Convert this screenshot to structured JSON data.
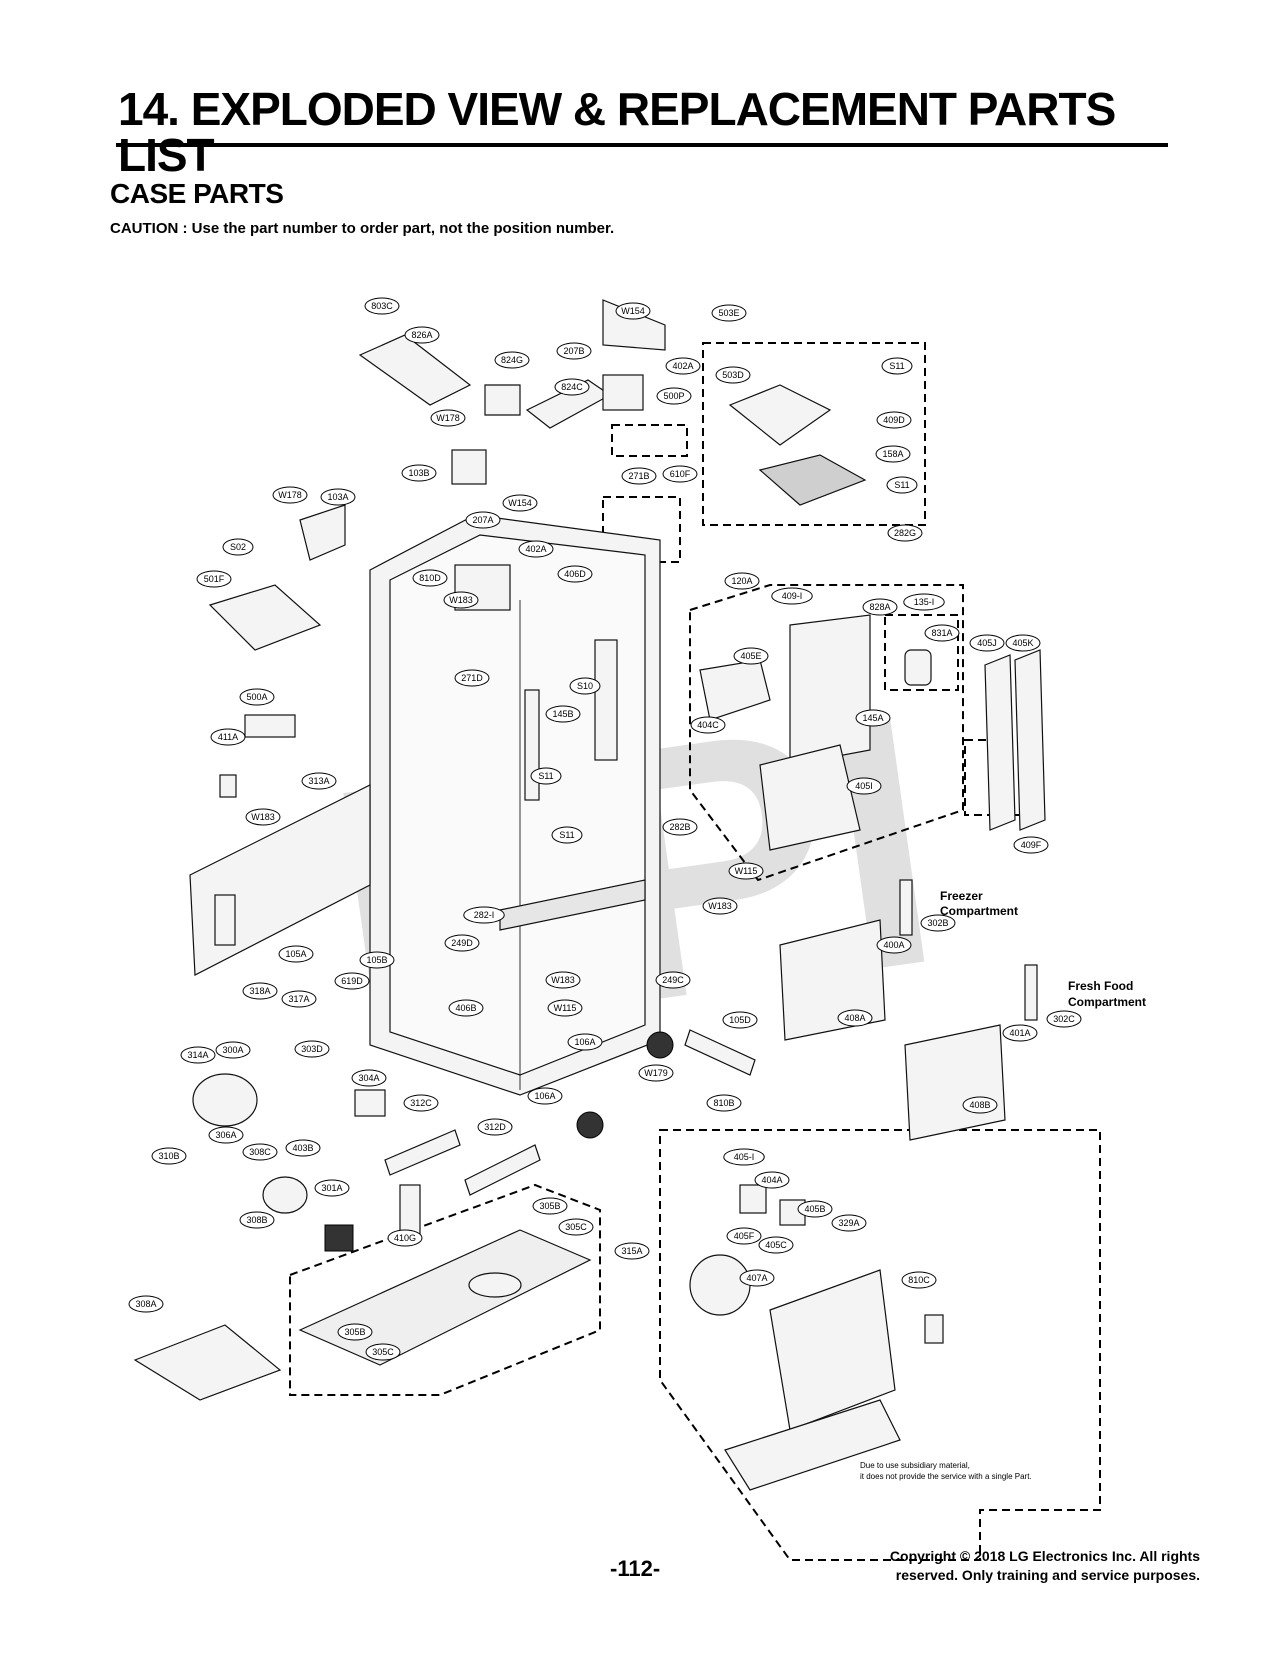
{
  "header": {
    "title": "14. EXPLODED VIEW & REPLACEMENT PARTS LIST",
    "section": "CASE PARTS",
    "caution": "CAUTION : Use the part number to order part, not the position number."
  },
  "diagram": {
    "watermark": "RPI",
    "compartment_labels": {
      "freezer_line1": "Freezer",
      "freezer_line2": "Compartment",
      "fresh_line1": "Fresh Food",
      "fresh_line2": "Compartment"
    },
    "note_line1": "Due to use subsidiary material,",
    "note_line2": "it does not provide the service with a single Part.",
    "labels": [
      "803C",
      "826A",
      "W154",
      "503E",
      "207B",
      "824G",
      "402A",
      "824C",
      "500P",
      "503D",
      "S11",
      "W178",
      "409D",
      "158A",
      "103B",
      "610F",
      "271B",
      "W154",
      "S11",
      "W178",
      "103A",
      "207A",
      "402A",
      "282G",
      "S02",
      "810D",
      "406D",
      "501F",
      "W183",
      "120A",
      "409-I",
      "828A",
      "135-I",
      "831A",
      "405J",
      "405K",
      "271D",
      "S10",
      "405E",
      "500A",
      "145B",
      "145A",
      "404C",
      "411A",
      "313A",
      "S11",
      "W183",
      "405I",
      "S11",
      "282B",
      "409F",
      "W115",
      "W183",
      "282-I",
      "Freezer",
      "302B",
      "249D",
      "400A",
      "105A",
      "105B",
      "W183",
      "249C",
      "318A",
      "317A",
      "619D",
      "406B",
      "W115",
      "302C",
      "105D",
      "408A",
      "106A",
      "401A",
      "314A",
      "300A",
      "303D",
      "W179",
      "304A",
      "408B",
      "106A",
      "810B",
      "312C",
      "306A",
      "312D",
      "405-I",
      "310B",
      "308C",
      "403B",
      "404A",
      "301A",
      "405B",
      "329A",
      "305B",
      "308B",
      "305C",
      "405F",
      "410G",
      "315A",
      "405C",
      "407A",
      "810C",
      "308A",
      "305B",
      "305C"
    ]
  },
  "footer": {
    "page_number": "-112-",
    "copyright_line1": "Copyright © 2018 LG Electronics Inc. All rights",
    "copyright_line2": "reserved. Only training and service purposes."
  }
}
